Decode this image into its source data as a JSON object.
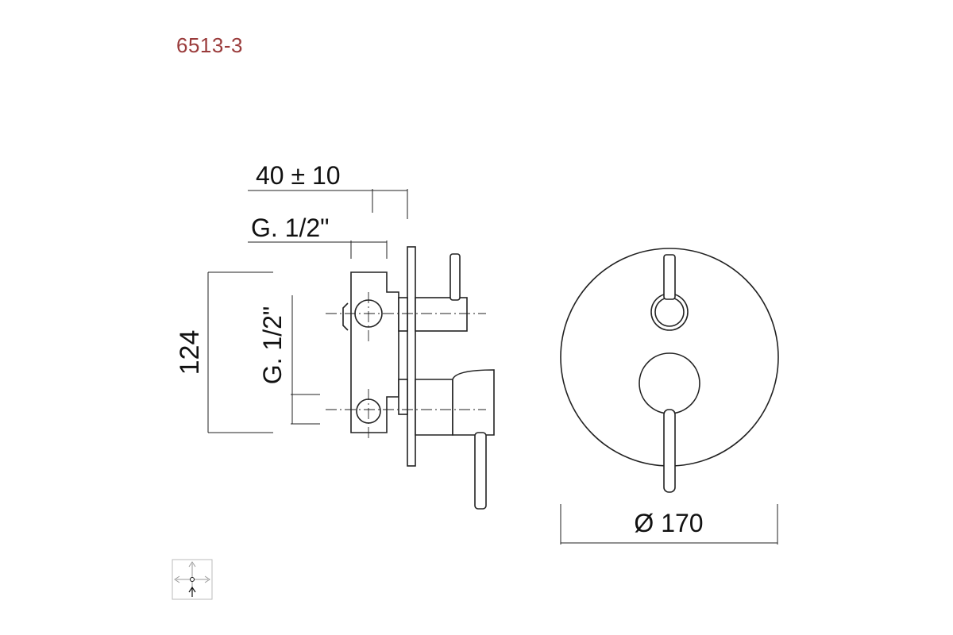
{
  "model_code": "6513-3",
  "dimensions": {
    "depth": "40 ± 10",
    "connection_horizontal": "G. 1/2\"",
    "height": "124",
    "connection_vertical": "G. 1/2\"",
    "diameter": "Ø 170"
  },
  "icons": {
    "installation_symbol": "mounting-arrows-icon"
  },
  "colors": {
    "model_code": "#9a3b3b",
    "lines": "#222222"
  }
}
